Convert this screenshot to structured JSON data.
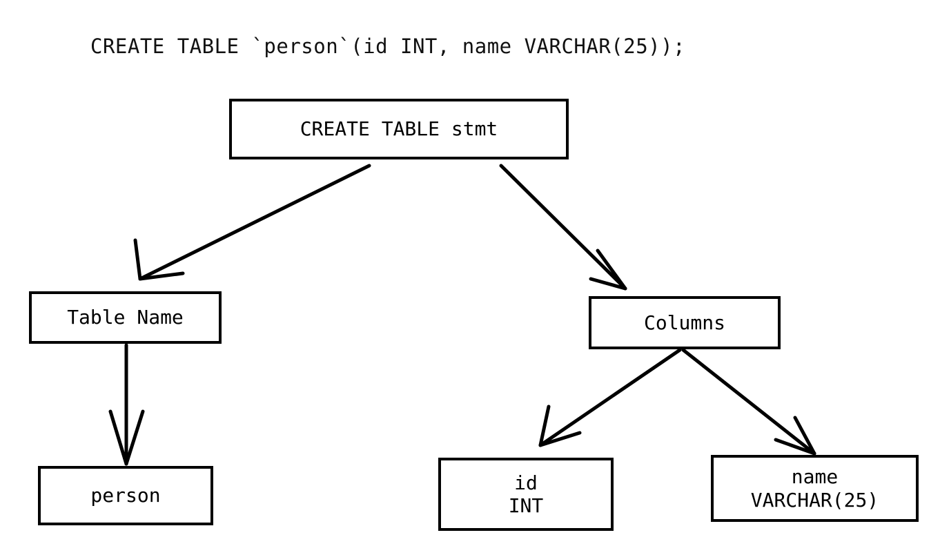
{
  "caption": "CREATE TABLE `person`(id INT, name VARCHAR(25));",
  "colors": {
    "background": "#ffffff",
    "stroke": "#000000",
    "text": "#000000"
  },
  "diagram": {
    "type": "tree",
    "nodes": [
      {
        "id": "root",
        "lines": [
          "CREATE TABLE stmt"
        ]
      },
      {
        "id": "tname",
        "lines": [
          "Table Name"
        ]
      },
      {
        "id": "cols",
        "lines": [
          "Columns"
        ]
      },
      {
        "id": "person",
        "lines": [
          "person"
        ]
      },
      {
        "id": "idcol",
        "lines": [
          "id",
          "INT"
        ]
      },
      {
        "id": "namecol",
        "lines": [
          "name",
          "VARCHAR(25)"
        ]
      }
    ],
    "edges": [
      {
        "from": "root",
        "to": "tname"
      },
      {
        "from": "root",
        "to": "cols"
      },
      {
        "from": "tname",
        "to": "person"
      },
      {
        "from": "cols",
        "to": "idcol"
      },
      {
        "from": "cols",
        "to": "namecol"
      }
    ]
  }
}
